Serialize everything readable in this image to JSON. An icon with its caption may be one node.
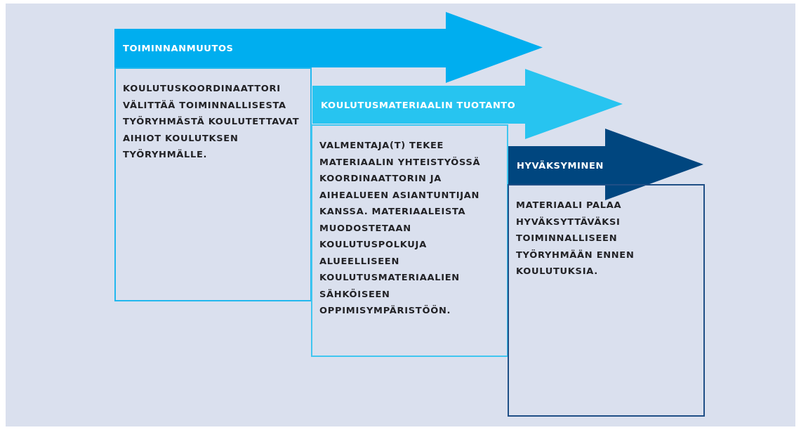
{
  "diagram": {
    "nodes": [
      {
        "text": [
          "TOIMINNANMUUTOS"
        ]
      },
      {
        "text": [
          "KOULUTUSKOORDINAATTORI VÄLITTÄÄ TOIMINNALLISESTA TYÖRYHMÄSTÄ KOULUTETTAVAT AIHIOT KOULUTKSEN TYÖRYHMÄLLE."
        ]
      },
      {
        "text": [
          "KOULUTUSMATERIAALIN TUOTANTO"
        ]
      },
      {
        "text": [
          "VALMENTAJA(T) TEKEE MATERIAALIN YHTEISTYÖSSÄ KOORDINAATTORIN JA AIHEALUEEN ASIANTUNTIJAN KANSSA. MATERIAALEISTA MUODOSTETAAN KOULUTUSPOLKUJA ALUEELLISEEN KOULUTUSMATERIAALIEN SÄHKÖISEEN OPPIMISYMPÄRISTÖÖN."
        ]
      },
      {
        "text": [
          "HYVÄKSYMINEN"
        ]
      },
      {
        "text": [
          "MATERIAALI PALAA HYVÄKSYTTÄVÄKSI TOIMINNALLISEEN TYÖRYHMÄÄN ENNEN KOULUTUKSIA."
        ]
      }
    ]
  }
}
